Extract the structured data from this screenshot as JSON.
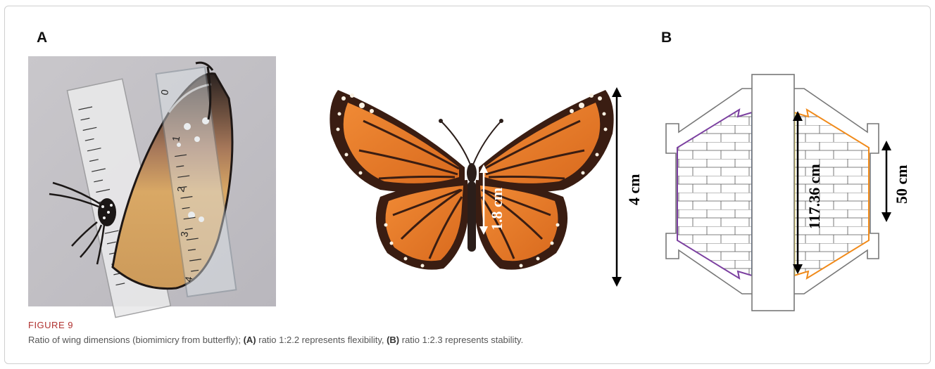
{
  "panels": {
    "a_label": "A",
    "b_label": "B"
  },
  "dimensions": {
    "wing_height": "4 cm",
    "body_length": "1.8 cm",
    "structure_height": "117.36 cm",
    "wing_width": "50 cm"
  },
  "ruler_digits": [
    "0",
    "1",
    "2",
    "3",
    "4"
  ],
  "caption": {
    "title": "FIGURE 9",
    "intro": "Ratio of wing dimensions (biomimicry from butterfly); ",
    "a_ref": "(A)",
    "a_text": " ratio 1:2.2 represents flexibility, ",
    "b_ref": "(B)",
    "b_text": " ratio 1:2.3 represents stability."
  },
  "colors": {
    "caption_title": "#b0312f",
    "wing_orange": "#e8782a",
    "wing_dark": "#3a1d12",
    "left_outline": "#7b3fa0",
    "right_outline": "#f08a1a",
    "divider_blue": "#2f5fb0",
    "divider_yellow": "#e8d43a"
  },
  "icons": [
    "photo-ruler-butterfly",
    "monarch-butterfly-illustration",
    "brick-wing-structure-diagram",
    "double-arrow-icon"
  ]
}
